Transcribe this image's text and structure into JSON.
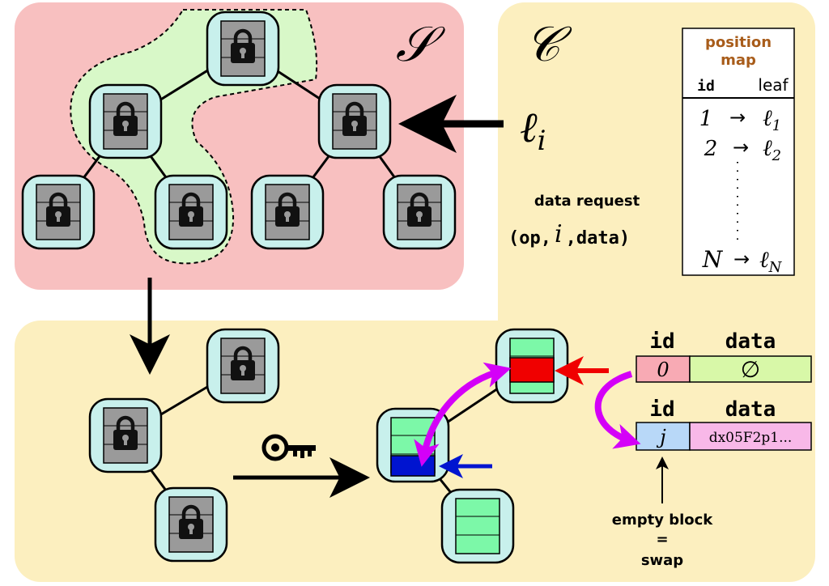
{
  "labels": {
    "server_symbol": "𝒮",
    "client_symbol": "𝒞",
    "leaf_symbol": "ℓ",
    "leaf_subscript": "i"
  },
  "position_map": {
    "title_line1": "position",
    "title_line2": "map",
    "col_id": "id",
    "col_leaf": "leaf",
    "rows": [
      {
        "id": "1",
        "arrow": "→",
        "leaf": "ℓ",
        "sub": "1"
      },
      {
        "id": "2",
        "arrow": "→",
        "leaf": "ℓ",
        "sub": "2"
      },
      {
        "id": "N",
        "arrow": "→",
        "leaf": "ℓ",
        "sub": "N"
      }
    ]
  },
  "request": {
    "title": "data request",
    "open": "(",
    "op": "op",
    "comma1": ",",
    "i": "i",
    "comma2": ",",
    "data": "data",
    "close": ")"
  },
  "block_table_top": {
    "col_id": "id",
    "col_data": "data",
    "id_value": "0",
    "data_value": "∅",
    "id_color": "#f8aab4",
    "data_color": "#d8f8a8"
  },
  "block_table_bottom": {
    "col_id": "id",
    "col_data": "data",
    "id_value": "j",
    "data_value": "dx05F2p1...",
    "id_color": "#b8d8f8",
    "data_color": "#f8b8e8"
  },
  "swap_note": {
    "line1": "empty block",
    "line2": "=",
    "line3": "swap"
  },
  "colors": {
    "server_bg": "#f8c0c0",
    "client_bg": "#fcefbf",
    "path_highlight": "#d8f8c8",
    "node_bg": "#c8f0ec",
    "bucket_gray": "#9a9a9a",
    "bucket_green": "#7cf8a8",
    "red_block": "#f00000",
    "blue_block": "#0014d0",
    "magenta": "#d400f8",
    "map_title": "#a85c1a"
  }
}
